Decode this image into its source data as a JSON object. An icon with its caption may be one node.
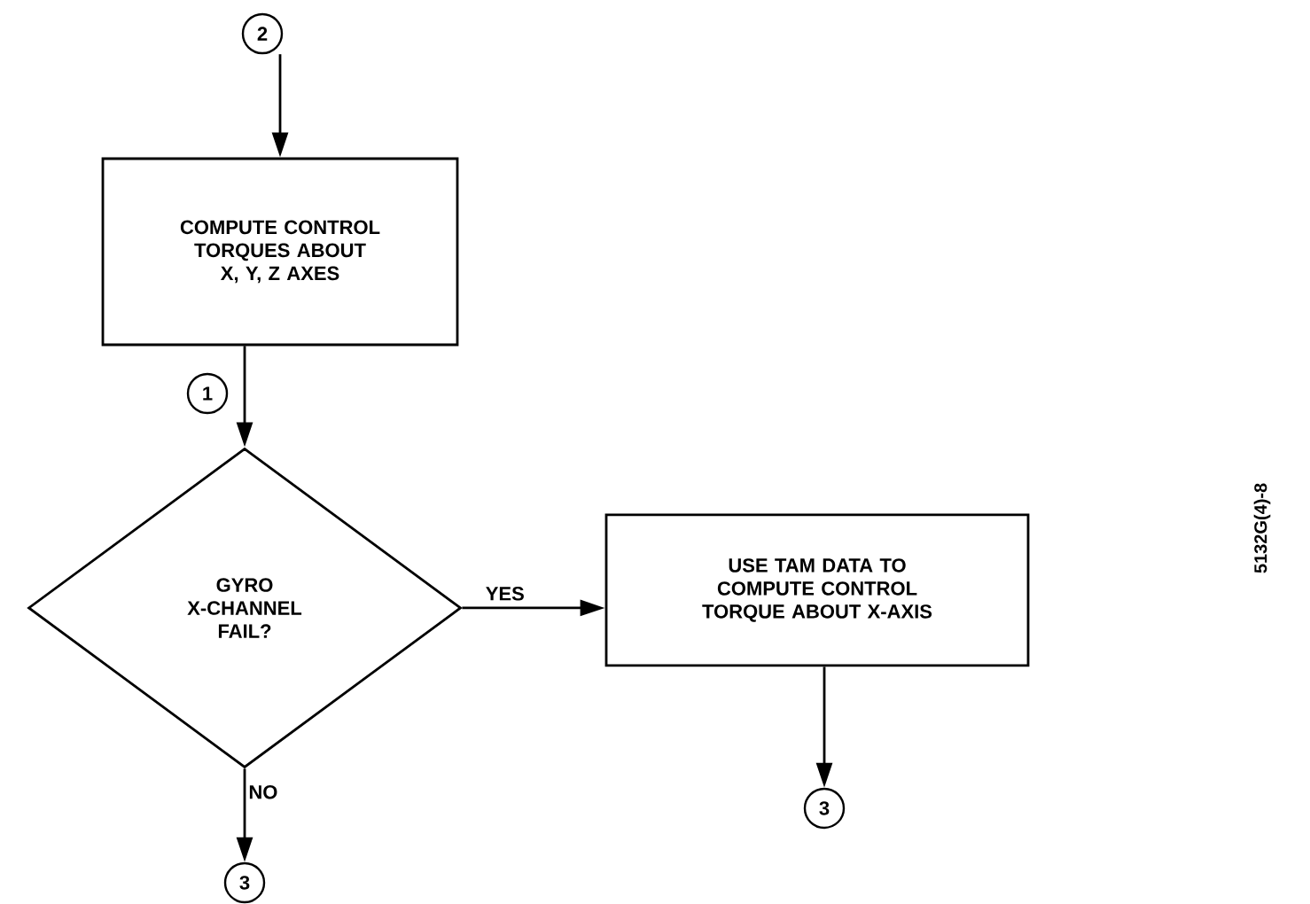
{
  "diagram": {
    "nodes": [
      {
        "text": [
          "2"
        ]
      },
      {
        "text": [
          "COMPUTE CONTROL TORQUES ABOUT X, Y, Z AXES"
        ]
      },
      {
        "text": [
          "1"
        ]
      },
      {
        "text": [
          "GYRO X-CHANNEL FAIL?"
        ]
      },
      {
        "text": [
          "USE TAM DATA TO COMPUTE CONTROL TORQUE ABOUT X-AXIS"
        ]
      },
      {
        "text": [
          "3"
        ]
      },
      {
        "text": [
          "3"
        ]
      }
    ],
    "edges": [
      {
        "from": 0,
        "to": 1,
        "arrow": "to"
      },
      {
        "from": 1,
        "to": 3,
        "arrow": "to"
      },
      {
        "from": 3,
        "to": 4,
        "arrow": "to",
        "label": "YES"
      },
      {
        "from": 3,
        "to": 5,
        "arrow": "to",
        "label": "NO"
      },
      {
        "from": 4,
        "to": 6,
        "arrow": "to"
      }
    ],
    "labels": [
      "5132G(4)-8"
    ]
  }
}
